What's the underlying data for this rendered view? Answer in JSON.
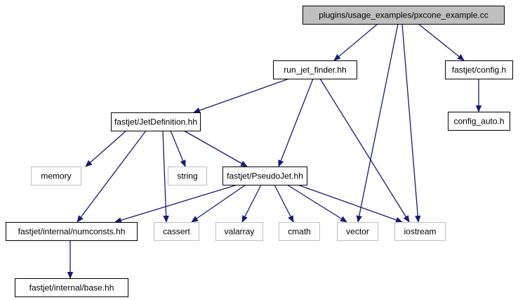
{
  "graph": {
    "colors": {
      "edge": "#191970",
      "root_fill": "#bfbfbf",
      "node_border": "#000000",
      "system_border": "#bfbfbf",
      "node_fill": "#ffffff"
    },
    "nodes": [
      {
        "id": "root",
        "label": "plugins/usage_examples/pxcone_example.cc",
        "kind": "root"
      },
      {
        "id": "run_jet_finder",
        "label": "run_jet_finder.hh",
        "kind": "file"
      },
      {
        "id": "config_h",
        "label": "fastjet/config.h",
        "kind": "file"
      },
      {
        "id": "config_auto",
        "label": "config_auto.h",
        "kind": "file"
      },
      {
        "id": "jetdef",
        "label": "fastjet/JetDefinition.hh",
        "kind": "file"
      },
      {
        "id": "memory",
        "label": "memory",
        "kind": "system"
      },
      {
        "id": "string",
        "label": "string",
        "kind": "system"
      },
      {
        "id": "pseudojet",
        "label": "fastjet/PseudoJet.hh",
        "kind": "file"
      },
      {
        "id": "numconsts",
        "label": "fastjet/internal/numconsts.hh",
        "kind": "file"
      },
      {
        "id": "cassert",
        "label": "cassert",
        "kind": "system"
      },
      {
        "id": "valarray",
        "label": "valarray",
        "kind": "system"
      },
      {
        "id": "cmath",
        "label": "cmath",
        "kind": "system"
      },
      {
        "id": "vector",
        "label": "vector",
        "kind": "system"
      },
      {
        "id": "iostream",
        "label": "iostream",
        "kind": "system"
      },
      {
        "id": "base",
        "label": "fastjet/internal/base.hh",
        "kind": "file"
      }
    ],
    "edges": [
      {
        "from": "root",
        "to": "run_jet_finder"
      },
      {
        "from": "root",
        "to": "vector"
      },
      {
        "from": "root",
        "to": "iostream"
      },
      {
        "from": "root",
        "to": "config_h"
      },
      {
        "from": "config_h",
        "to": "config_auto"
      },
      {
        "from": "run_jet_finder",
        "to": "jetdef"
      },
      {
        "from": "run_jet_finder",
        "to": "pseudojet"
      },
      {
        "from": "run_jet_finder",
        "to": "iostream"
      },
      {
        "from": "jetdef",
        "to": "memory"
      },
      {
        "from": "jetdef",
        "to": "numconsts"
      },
      {
        "from": "jetdef",
        "to": "cassert"
      },
      {
        "from": "jetdef",
        "to": "string"
      },
      {
        "from": "jetdef",
        "to": "pseudojet"
      },
      {
        "from": "pseudojet",
        "to": "numconsts"
      },
      {
        "from": "pseudojet",
        "to": "cassert"
      },
      {
        "from": "pseudojet",
        "to": "valarray"
      },
      {
        "from": "pseudojet",
        "to": "cmath"
      },
      {
        "from": "pseudojet",
        "to": "vector"
      },
      {
        "from": "pseudojet",
        "to": "iostream"
      },
      {
        "from": "numconsts",
        "to": "base"
      }
    ]
  }
}
